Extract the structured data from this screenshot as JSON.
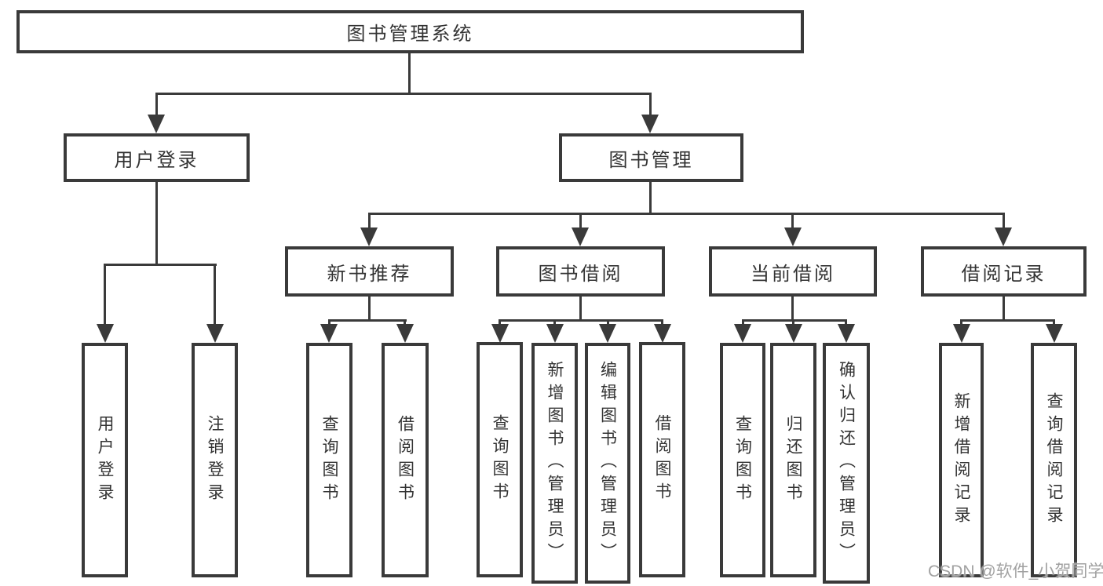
{
  "diagram": {
    "root": {
      "label": "图书管理系统"
    },
    "level2": [
      {
        "label": "用户登录"
      },
      {
        "label": "图书管理"
      }
    ],
    "level3": [
      {
        "label": "新书推荐"
      },
      {
        "label": "图书借阅"
      },
      {
        "label": "当前借阅"
      },
      {
        "label": "借阅记录"
      }
    ],
    "subtrees": [
      {
        "parent": "用户登录",
        "children": [
          "用户登录",
          "注销登录"
        ]
      },
      {
        "parent": "新书推荐",
        "children": [
          "查询图书",
          "借阅图书"
        ]
      },
      {
        "parent": "图书借阅",
        "children": [
          "查询图书",
          "新增图书（管理员）",
          "编辑图书（管理员）",
          "借阅图书"
        ]
      },
      {
        "parent": "当前借阅",
        "children": [
          "查询图书",
          "归还图书",
          "确认归还（管理员）"
        ]
      },
      {
        "parent": "借阅记录",
        "children": [
          "新增借阅记录",
          "查询借阅记录"
        ]
      }
    ]
  },
  "watermark": {
    "text": "CSDN @软件_小贺同学"
  },
  "colors": {
    "line": "#3a3a3a",
    "text": "#333333",
    "watermark": "#7d7d7d",
    "background": "#ffffff"
  }
}
